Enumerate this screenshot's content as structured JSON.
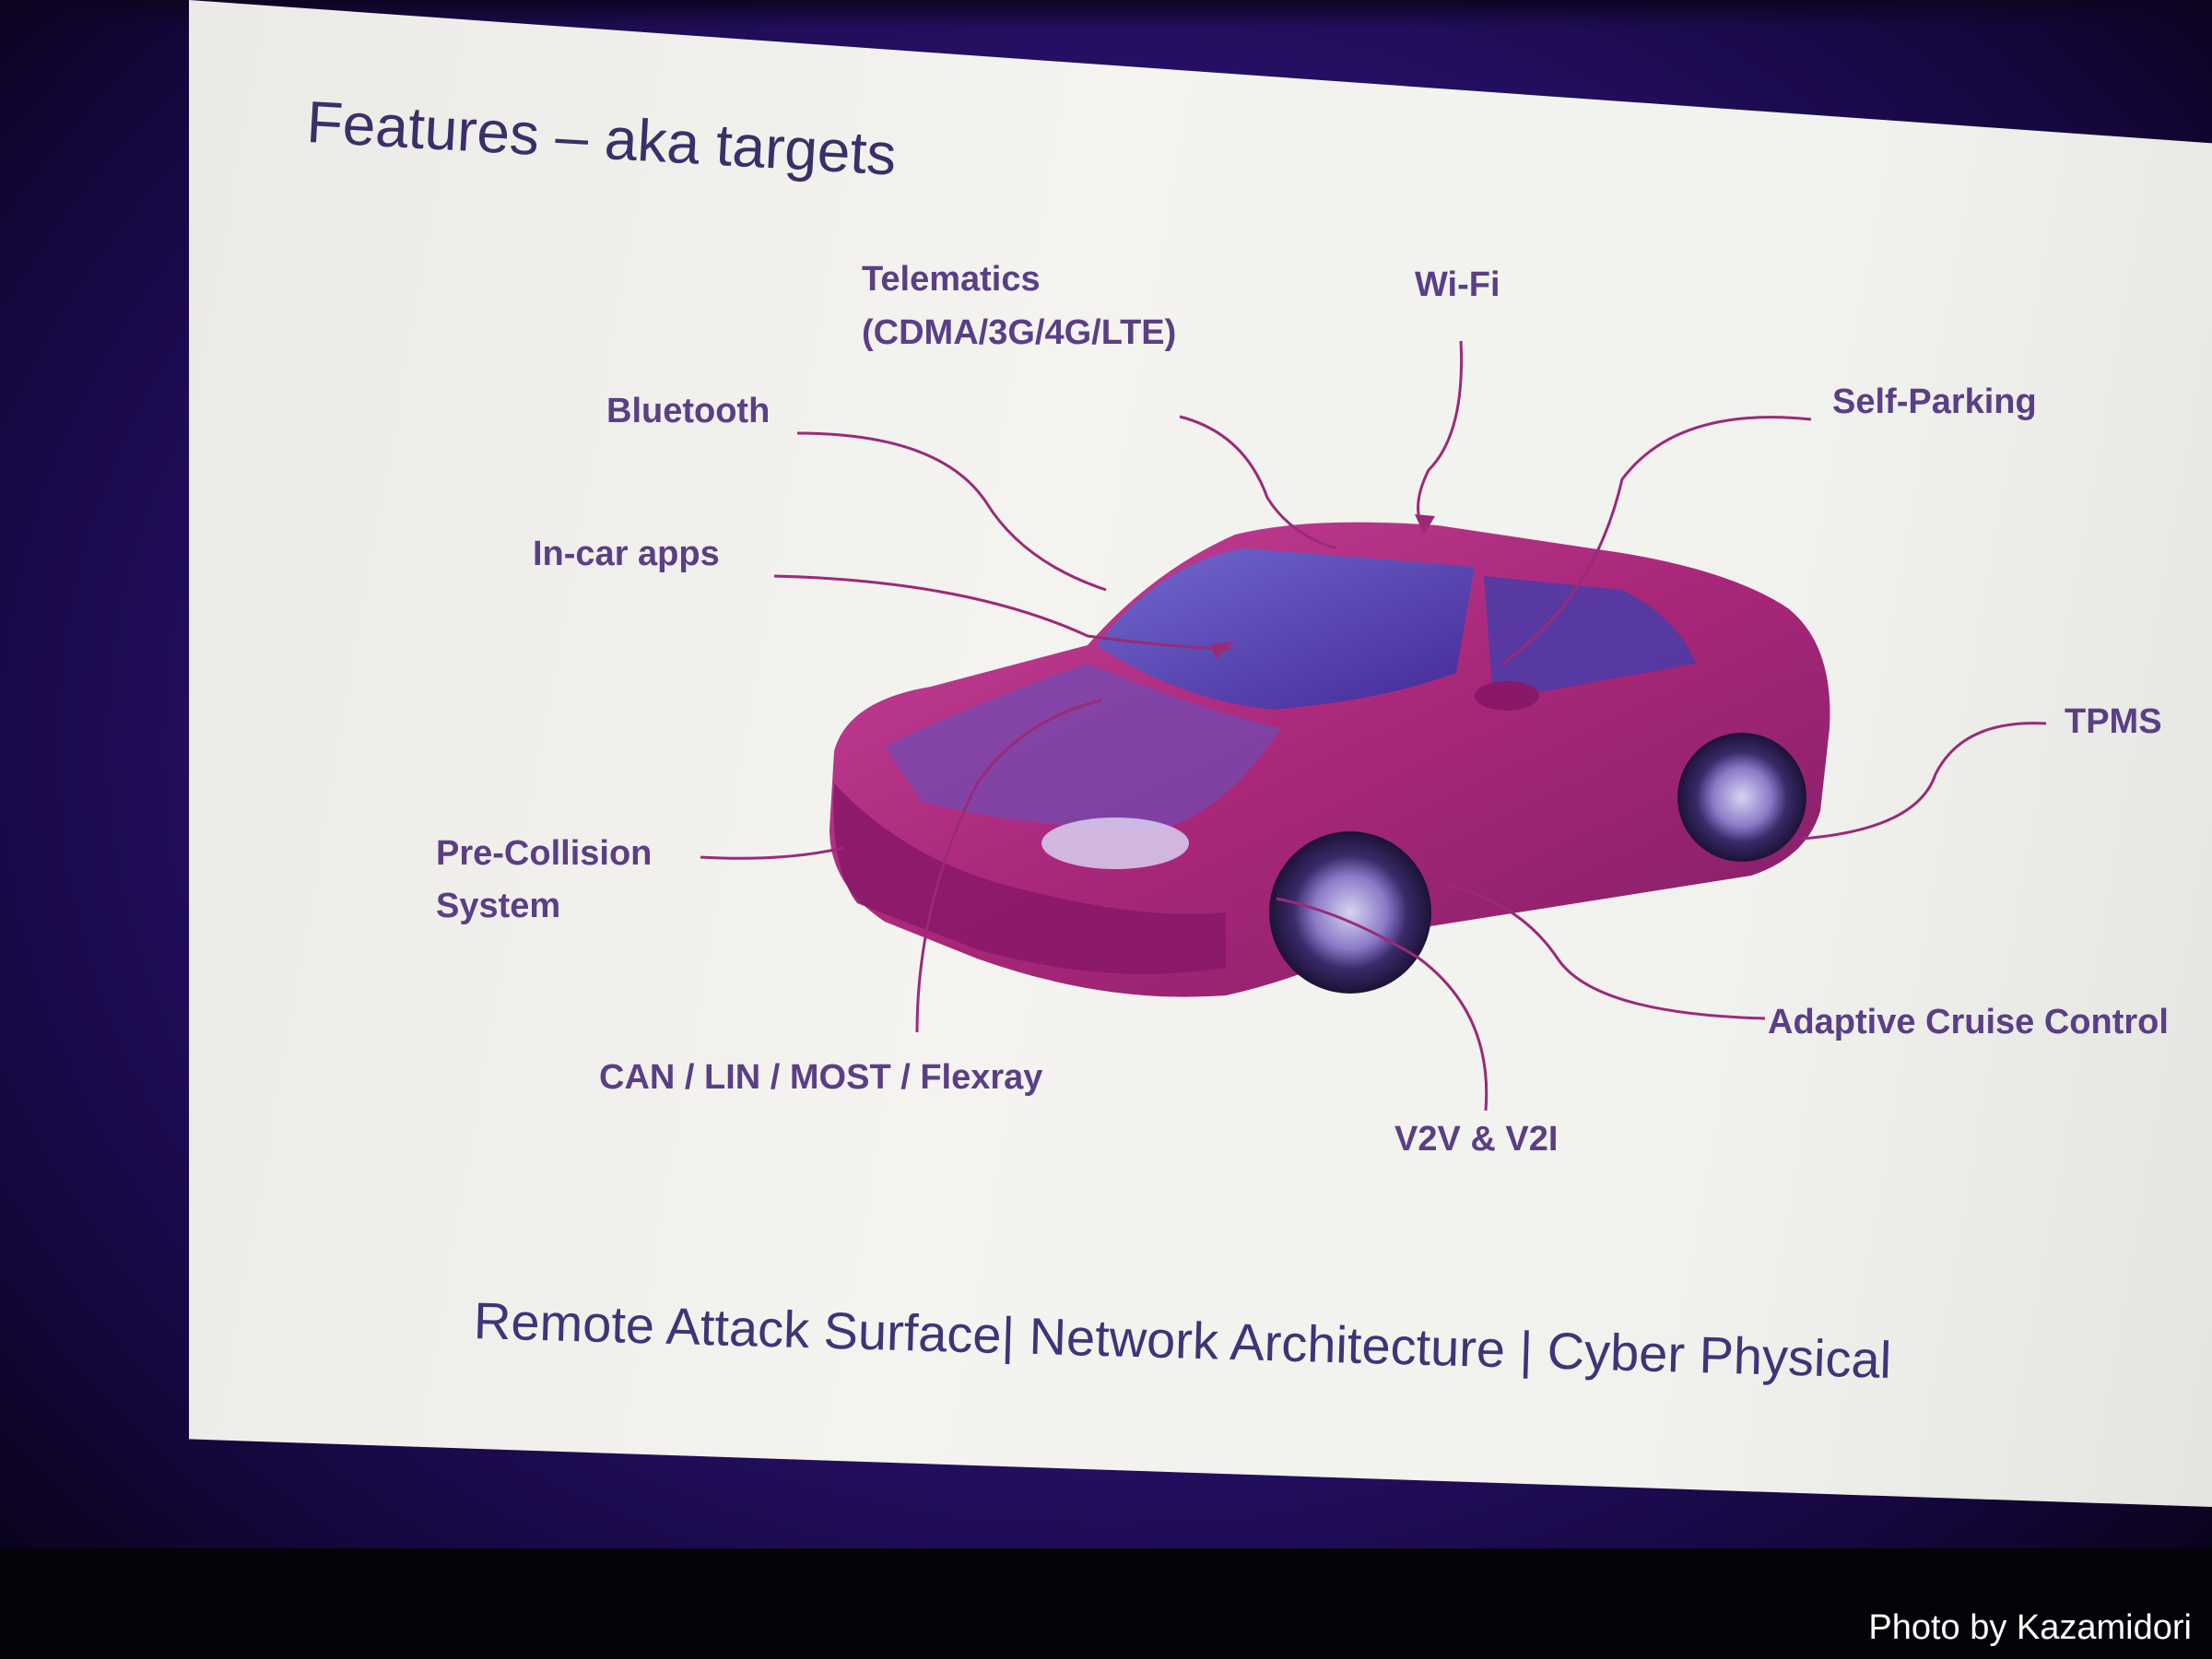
{
  "slide": {
    "title": "Features – aka targets",
    "labels": {
      "telematics_1": "Telematics",
      "telematics_2": "(CDMA/3G/4G/LTE)",
      "wifi": "Wi-Fi",
      "bluetooth": "Bluetooth",
      "self_parking": "Self-Parking",
      "in_car_apps": "In-car apps",
      "tpms": "TPMS",
      "pre_collision_1": "Pre-Collision",
      "pre_collision_2": "System",
      "adaptive_cruise": "Adaptive Cruise Control",
      "can_lin": "CAN / LIN / MOST / Flexray",
      "v2v": "V2V & V2I"
    },
    "footer": "Remote Attack Surface| Network Architecture | Cyber Physical"
  },
  "credit": "Photo by Kazamidori",
  "colors": {
    "slide_background": "#f1f1ee",
    "label_text": "#5a3f86",
    "car_body": "#b0207a",
    "callout_line": "#9a2a78",
    "frame": "#2a1270"
  }
}
